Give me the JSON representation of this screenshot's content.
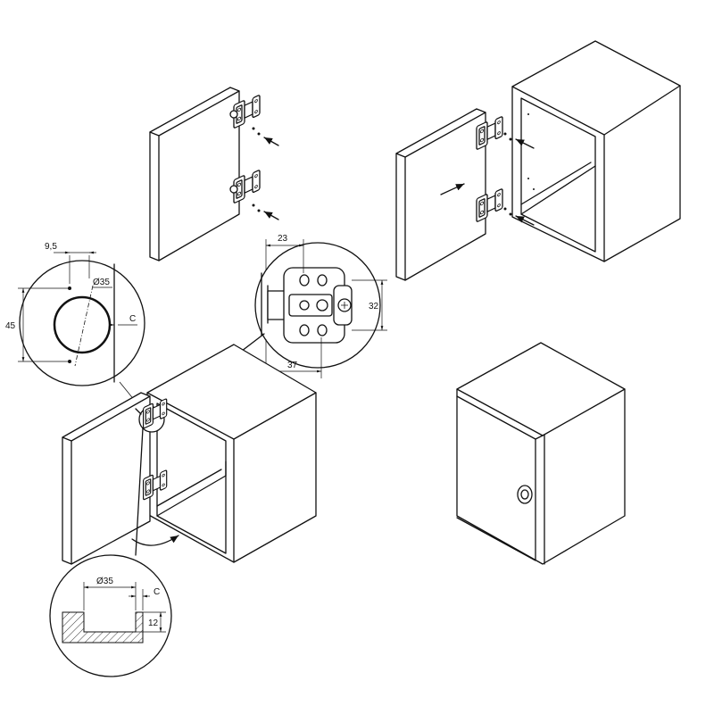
{
  "dims": {
    "hole_diameter": "Ø35",
    "hole_offset": "9,5",
    "hole_spacing": "45",
    "edge_distance": "C",
    "plate_width": "23",
    "plate_height": "32",
    "plate_depth": "37",
    "section_diameter": "Ø35",
    "section_edge": "C",
    "section_depth": "12"
  },
  "colors": {
    "line": "#111111",
    "background": "#ffffff"
  },
  "icons": [
    "hinge-icon",
    "arrow-icon",
    "rotation-arrow-icon",
    "knob-icon"
  ]
}
